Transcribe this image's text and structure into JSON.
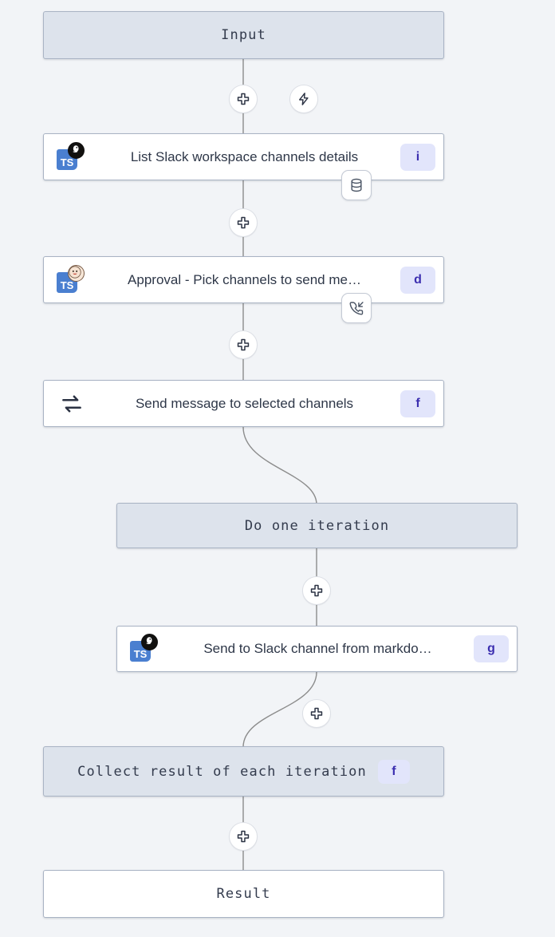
{
  "canvas": {
    "background": "#f2f4f7",
    "edge_color": "#8c8c8c",
    "filled_node_bg": "#dde3ec",
    "node_border": "#a9b3c4",
    "chip_bg": "#e2e5fb",
    "chip_text": "#3c2fb0",
    "ts_logo_bg": "#4a7fd0"
  },
  "flow": {
    "input_node": {
      "label": "Input",
      "kind": "terminal-filled"
    },
    "result_node": {
      "label": "Result",
      "kind": "terminal-plain"
    },
    "iteration_header": {
      "label": "Do one iteration",
      "kind": "terminal-filled"
    },
    "collect_node": {
      "label": "Collect result of each iteration",
      "chip": "f",
      "kind": "terminal-filled"
    },
    "steps": [
      {
        "id": "list-slack-channels",
        "label": "List Slack workspace channels details",
        "chip": "i",
        "icon": "typescript-logo",
        "avatar": "dark-avatar",
        "badge": "database-icon"
      },
      {
        "id": "approval-pick-channels",
        "label": "Approval - Pick channels to send me…",
        "chip": "d",
        "icon": "typescript-logo",
        "avatar": "light-avatar",
        "badge": "phone-incoming-icon"
      },
      {
        "id": "send-message-selected-channels",
        "label": "Send message to selected channels",
        "chip": "f",
        "icon": "loop-icon",
        "avatar": null,
        "badge": null
      },
      {
        "id": "send-to-slack-from-markdown",
        "label": "Send to Slack channel from markdo…",
        "chip": "g",
        "icon": "typescript-logo",
        "avatar": "dark-avatar",
        "badge": null
      }
    ],
    "ts_logo_text": "TS",
    "add_buttons": [
      {
        "id": "add-step-after-input",
        "icon": "plus-icon"
      },
      {
        "id": "add-trigger-after-input",
        "icon": "zap-icon"
      },
      {
        "id": "add-step-after-list-channels",
        "icon": "plus-icon"
      },
      {
        "id": "add-step-after-approval",
        "icon": "plus-icon"
      },
      {
        "id": "add-step-in-iteration",
        "icon": "plus-icon"
      },
      {
        "id": "add-step-after-send-slack",
        "icon": "plus-icon"
      },
      {
        "id": "add-step-before-result",
        "icon": "plus-icon"
      }
    ]
  }
}
